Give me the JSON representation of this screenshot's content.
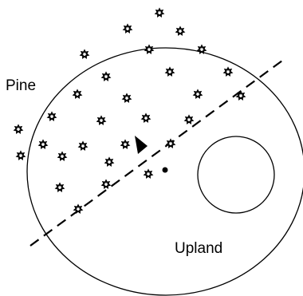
{
  "labels": {
    "pine": "Pine",
    "upland": "Upland"
  },
  "symbols": {
    "tree_marker": "star-tree-icon",
    "direction_marker": "arrowhead",
    "point_marker": "dot"
  },
  "colors": {
    "ink": "#000000",
    "background": "#ffffff"
  }
}
